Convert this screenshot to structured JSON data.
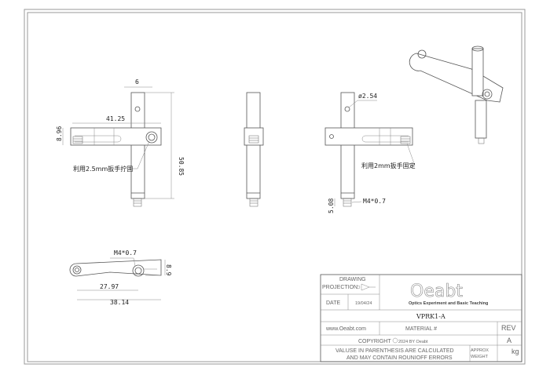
{
  "views": {
    "front": {
      "dim_width": "6",
      "dim_arm_length": "41.25",
      "dim_arm_height": "8.96",
      "dim_total_height": "50.85",
      "note": "利用2.5mm扳手拧固"
    },
    "side": {
      "dim_hole": "ø2.54",
      "note": "利用2mm扳手固定",
      "dim_thread_length": "5.08",
      "thread": "M4*0.7"
    },
    "top": {
      "thread": "M4*0.7",
      "dim_height": "8.9",
      "dim_center": "27.97",
      "dim_total": "38.14"
    }
  },
  "title_block": {
    "drawing_label": "DRAWING",
    "projection_label": "PROJECTION",
    "date_label": "DATE",
    "date": "19/04/24",
    "logo": "Oeabt",
    "logo_subtitle": "Optics Experiment and Basic Teaching",
    "part_number": "VPRK1-A",
    "website": "www.Oeabt.com",
    "material_label": "MATERIAL #",
    "rev_label": "REV",
    "rev": "A",
    "copyright_label": "COPYRIGHT",
    "copyright_text": "2024 BY Oeabt",
    "disclaimer_line1": "VALUSE IN PARENTHESIS ARE CALCULATED",
    "disclaimer_line2": "AND MAY CONTAIN ROUNIOFF ERRORS",
    "weight_label_1": "APPROX",
    "weight_label_2": "WEIGHT",
    "weight_unit": "kg"
  }
}
